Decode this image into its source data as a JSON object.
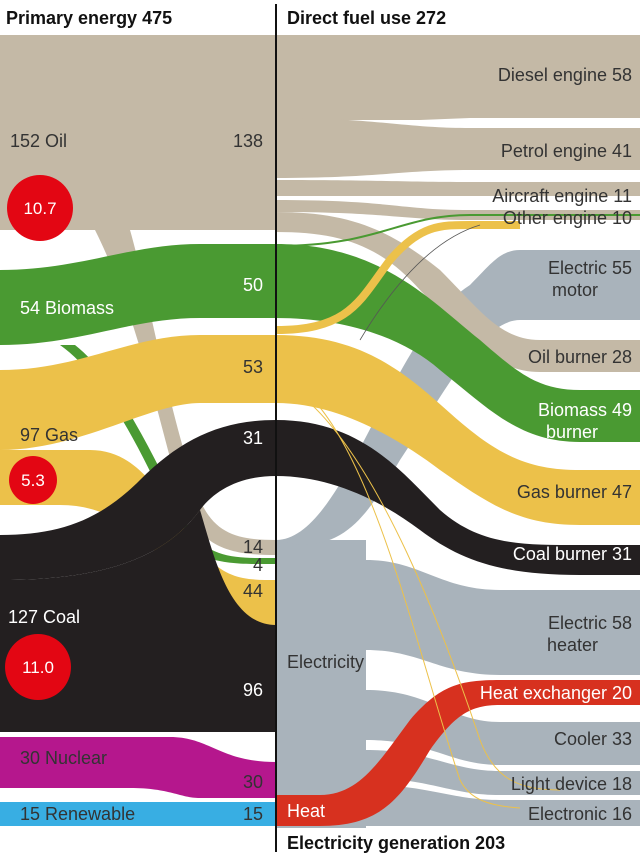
{
  "headers": {
    "primary": "Primary energy  475",
    "direct": "Direct fuel use  272",
    "generation": "Electricity generation  203"
  },
  "sources": {
    "oil": "152  Oil",
    "biomass": "54  Biomass",
    "gas": "97  Gas",
    "coal": "127  Coal",
    "nuclear": "30  Nuclear",
    "renewable": "15  Renewable"
  },
  "losses": {
    "oil": "10.7",
    "gas": "5.3",
    "coal": "11.0"
  },
  "middle": {
    "oil_direct": "138",
    "biomass_direct": "50",
    "gas_direct": "53",
    "coal_direct": "31",
    "oil_elec": "14",
    "biomass_elec": "4",
    "gas_elec": "44",
    "coal_elec": "96",
    "nuclear_elec": "30",
    "renewable_elec": "15"
  },
  "converters": {
    "electricity": "Electricity",
    "heat": "Heat"
  },
  "devices": {
    "diesel": "Diesel engine  58",
    "petrol": "Petrol engine  41",
    "aircraft": "Aircraft engine  11",
    "other_engine": "Other engine  10",
    "motor_1": "Electric  55",
    "motor_2": "motor",
    "oil_burner": "Oil burner  28",
    "biomass_burner_1": "Biomass  49",
    "biomass_burner_2": "burner",
    "gas_burner": "Gas burner  47",
    "coal_burner": "Coal burner  31",
    "heater_1": "Electric  58",
    "heater_2": "heater",
    "heat_exchanger": "Heat exchanger  20",
    "cooler": "Cooler  33",
    "light": "Light device  18",
    "electronic": "Electronic  16"
  },
  "colors": {
    "oil": "#c4b9a6",
    "biomass": "#4a9a32",
    "gas": "#ecc14a",
    "coal": "#231f20",
    "nuclear": "#b5178d",
    "renewable": "#38aee3",
    "electricity": "#a9b3bb",
    "heat": "#d7311f",
    "loss": "#e30613"
  }
}
